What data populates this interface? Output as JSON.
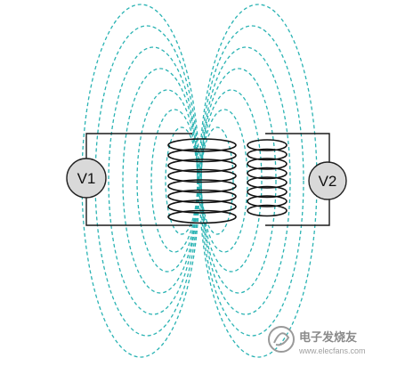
{
  "diagram": {
    "meters": [
      {
        "id": "v1",
        "label": "V1"
      },
      {
        "id": "v2",
        "label": "V2"
      }
    ],
    "colors": {
      "field_lines": "#2ab3b3",
      "wire": "#1a1a1a",
      "meter_fill": "#d9d9d9"
    }
  },
  "watermark": {
    "brand": "电子发烧友",
    "url": "www.elecfans.com"
  }
}
